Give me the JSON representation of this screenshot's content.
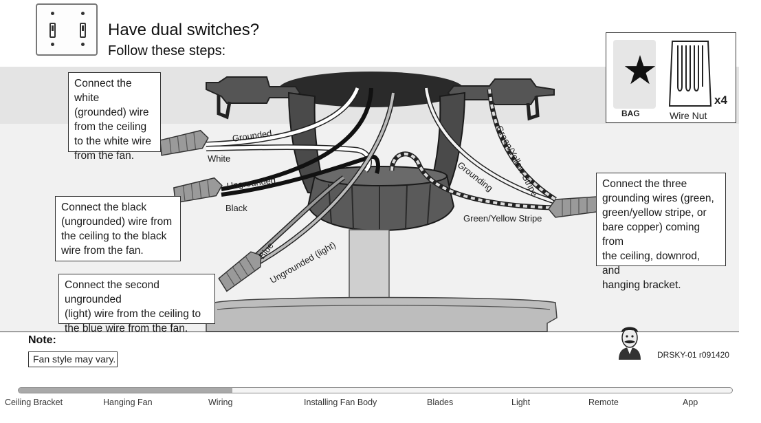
{
  "header": {
    "title": "Have dual switches?",
    "subtitle": "Follow these steps:"
  },
  "hardware": {
    "bag_label": "BAG",
    "nut_label": "Wire Nut",
    "quantity": "x4"
  },
  "callouts": {
    "white": [
      "Connect the white",
      "(grounded) wire",
      "from the ceiling",
      "to the white wire",
      "from the fan."
    ],
    "black": [
      "Connect the black",
      "(ungrounded) wire from",
      "the ceiling to the black",
      "wire from the fan."
    ],
    "light": [
      "Connect the second ungrounded",
      "(light) wire from the ceiling to",
      "the blue wire from the fan."
    ],
    "ground": [
      "Connect the three",
      "grounding wires (green,",
      "green/yellow stripe, or",
      "bare copper) coming from",
      "the ceiling, downrod, and",
      "hanging bracket."
    ]
  },
  "wire_labels": {
    "grounded": "Grounded",
    "white": "White",
    "ungrounded": "Ungrounded",
    "black": "Black",
    "blue": "Blue",
    "ungrounded_light": "Ungrounded (light)",
    "grounding": "Grounding",
    "green_yellow_vertical": "Green/Yellow Stripe",
    "green_yellow_horizontal": "Green/Yellow Stripe"
  },
  "note": {
    "title": "Note:",
    "text": "Fan style may vary."
  },
  "doc_code": "DRSKY-01 r091420",
  "progress": {
    "fraction": 0.3,
    "current_step": "Wiring",
    "steps": [
      "Ceiling Bracket",
      "Hanging Fan",
      "Wiring",
      "Installing Fan Body",
      "Blades",
      "Light",
      "Remote",
      "App"
    ]
  }
}
